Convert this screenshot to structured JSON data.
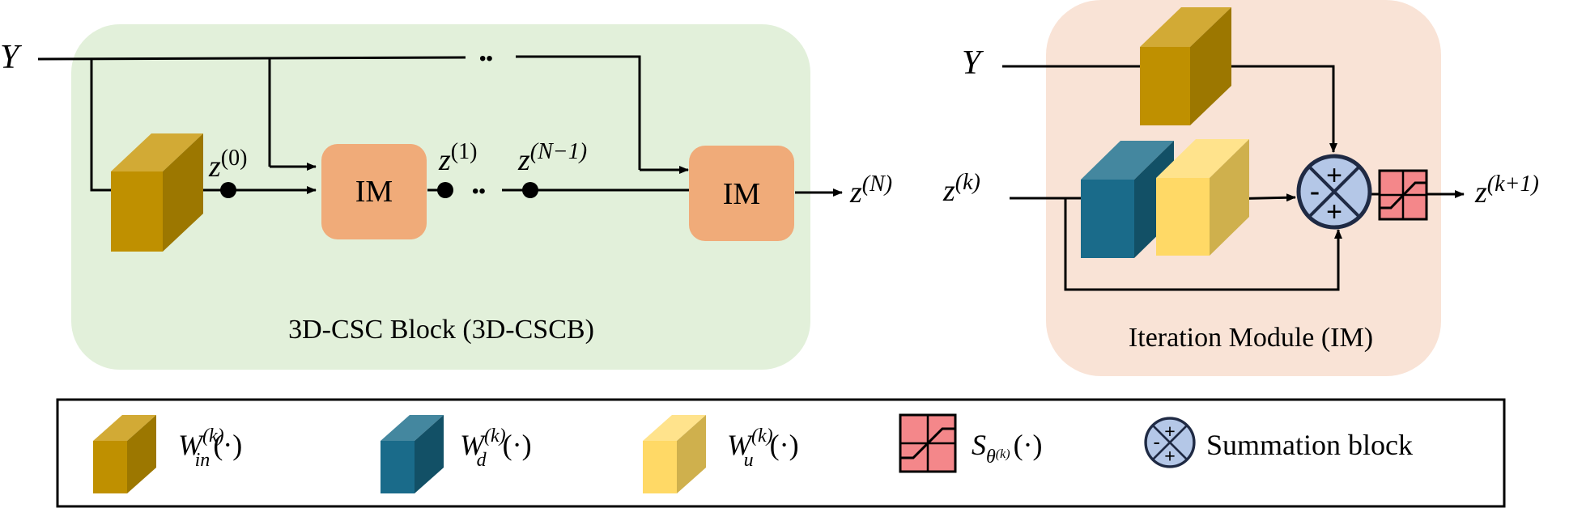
{
  "colors": {
    "csc_bg": "#e2f0da",
    "im_bg": "#f9e3d6",
    "im_block": "#f0ab79",
    "w_in": "#bf9000",
    "w_d": "#1a6b8a",
    "w_u": "#ffd966",
    "threshold": "#f4878a",
    "summation": "#b4c7e7",
    "dark": "#1f2a44"
  },
  "csc_block": {
    "title": "3D-CSC Block (3D-CSCB)",
    "input_label": "Y",
    "z0": "z",
    "z0_sup": "(0)",
    "z1": "z",
    "z1_sup": "(1)",
    "zn1": "z",
    "zn1_sup": "(N−1)",
    "zn": "z",
    "zn_sup": "(N)",
    "im_label_1": "IM",
    "im_label_2": "IM",
    "dots_top": "••",
    "dots_mid": "••"
  },
  "iteration_module": {
    "title": "Iteration Module (IM)",
    "input_label": "Y",
    "zk": "z",
    "zk_sup": "(k)",
    "zk1": "z",
    "zk1_sup": "(k+1)",
    "sum_plus_top": "+",
    "sum_plus_bottom": "+",
    "sum_minus": "-"
  },
  "legend": {
    "w_in": {
      "base": "W",
      "sup": "(k)",
      "sub": "in",
      "arg": "(·)"
    },
    "w_d": {
      "base": "W",
      "sup": "(k)",
      "sub": "d",
      "arg": "(·)"
    },
    "w_u": {
      "base": "W",
      "sup": "(k)",
      "sub": "u",
      "arg": "(·)"
    },
    "s": {
      "base": "S",
      "sub": "θ",
      "subsup": "(k)",
      "arg": "(·)"
    },
    "summation": "Summation block",
    "sum_plus_top": "+",
    "sum_plus_bottom": "+",
    "sum_minus": "-"
  }
}
